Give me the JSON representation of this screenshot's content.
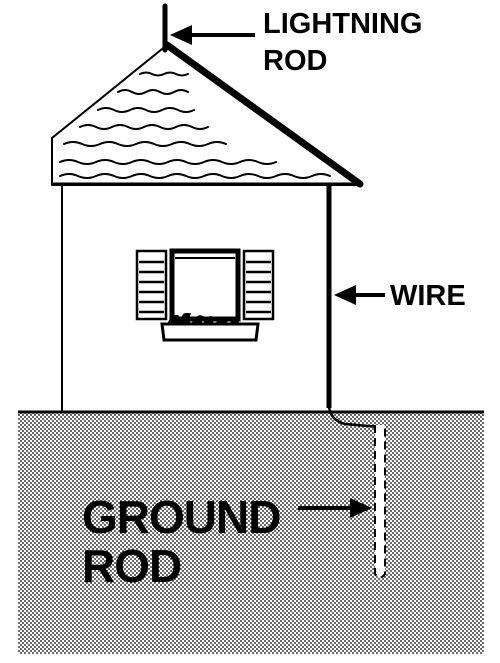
{
  "labels": {
    "lightning_rod": {
      "line1": "LIGHTNING",
      "line2": "ROD"
    },
    "wire": "WIRE",
    "ground_rod": {
      "line1": "GROUND",
      "line2": "ROD"
    }
  },
  "colors": {
    "ink": "#000000",
    "paper": "#ffffff"
  }
}
